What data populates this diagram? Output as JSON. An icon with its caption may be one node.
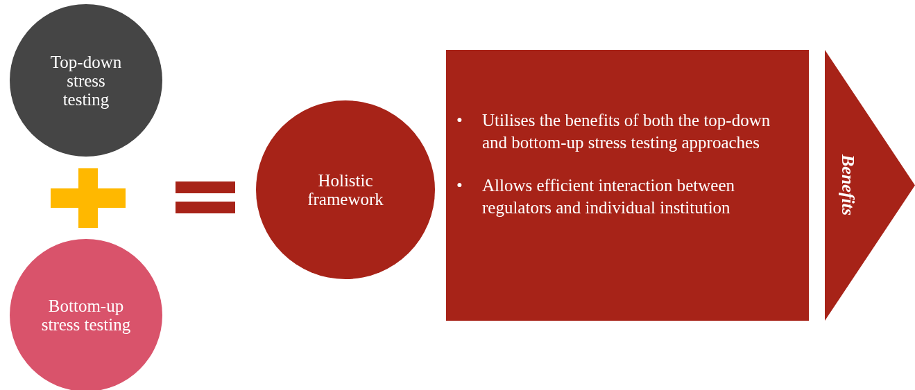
{
  "diagram": {
    "nodes": [
      {
        "text": [
          "Top-down stress testing"
        ]
      },
      {
        "text": [
          "Bottom-up stress testing"
        ]
      },
      {
        "text": [
          "Holistic framework"
        ]
      },
      {
        "text": [
          "Utilises the benefits of both the top-down and bottom-up stress testing approaches",
          "Allows efficient interaction between regulators and individual institution"
        ]
      },
      {
        "text": [
          "Benefits"
        ]
      }
    ],
    "edges": [],
    "labels": [
      "•",
      "•"
    ]
  }
}
